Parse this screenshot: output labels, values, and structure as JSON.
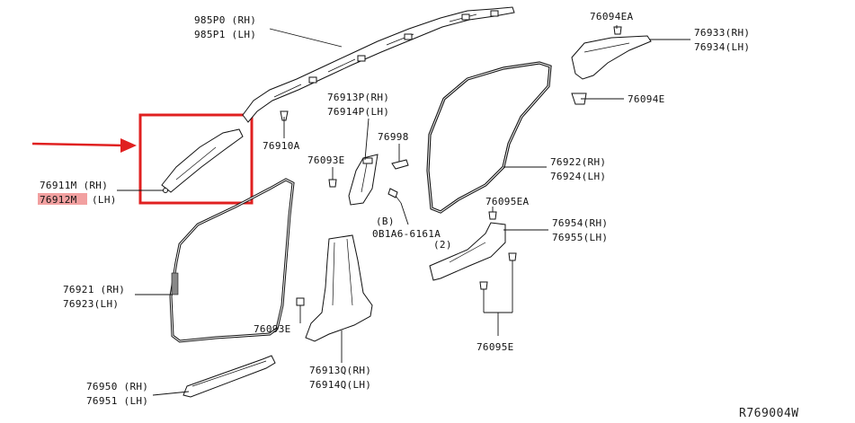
{
  "labels": {
    "airbag_rh": "985P0 (RH)",
    "airbag_lh": "985P1 (LH)",
    "clip_76094ea": "76094EA",
    "upper_rear_rh": "76933(RH)",
    "upper_rear_lh": "76934(LH)",
    "clip_76094e": "76094E",
    "center_upper_rh": "76913P(RH)",
    "center_upper_lh": "76914P(LH)",
    "clip_76910a": "76910A",
    "clip_76998": "76998",
    "clip_76093e_top": "76093E",
    "front_pillar_rh": "76911M (RH)",
    "front_pillar_lh": "76912M",
    "front_pillar_lh_suffix": "(LH)",
    "rear_weatherstrip_rh": "76922(RH)",
    "rear_weatherstrip_lh": "76924(LH)",
    "clip_76095ea": "76095EA",
    "bolt_line1": "(B)",
    "bolt_line2": "0B1A6-6161A",
    "bolt_line3": "(2)",
    "rear_lower_rh": "76954(RH)",
    "rear_lower_lh": "76955(LH)",
    "front_weatherstrip_rh": "76921 (RH)",
    "front_weatherstrip_lh": "76923(LH)",
    "clip_76093e_bottom": "76093E",
    "clip_76095e": "76095E",
    "center_lower_rh": "76913Q(RH)",
    "center_lower_lh": "76914Q(LH)",
    "sill_rh": "76950 (RH)",
    "sill_lh": "76951 (LH)"
  },
  "reference_code": "R769004W",
  "colors": {
    "highlight_box": "#e02020",
    "arrow": "#e02020",
    "label_highlight": "#f2a0a0"
  }
}
